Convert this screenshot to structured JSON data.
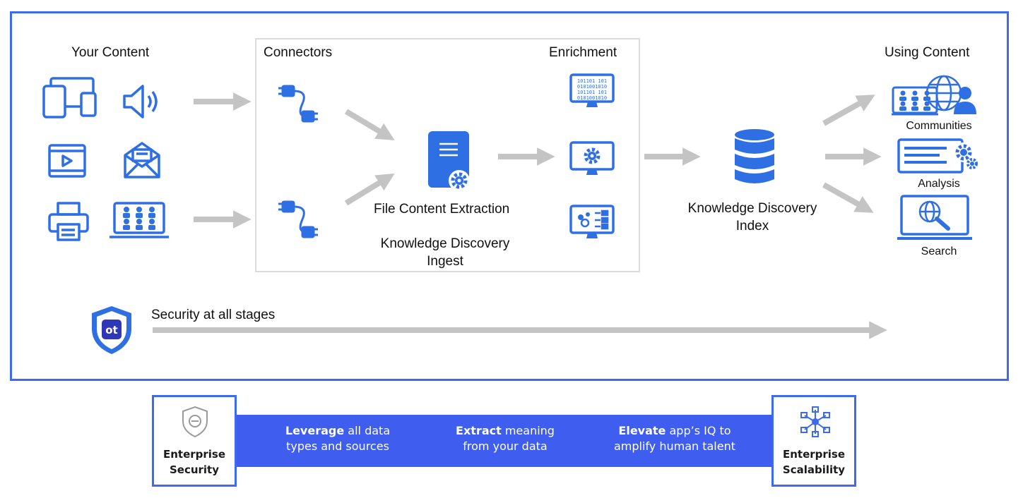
{
  "sections": {
    "your_content": "Your Content",
    "connectors": "Connectors",
    "enrichment": "Enrichment",
    "using_content": "Using Content"
  },
  "ingest": {
    "extraction_label": "File Content Extraction",
    "title_line1": "Knowledge Discovery",
    "title_line2": "Ingest"
  },
  "index": {
    "line1": "Knowledge Discovery",
    "line2": "Index"
  },
  "outputs": {
    "communities": "Communities",
    "analysis": "Analysis",
    "search": "Search"
  },
  "security": {
    "label": "Security at all stages",
    "logo_text": "ot"
  },
  "bottom": {
    "left_box": {
      "line1": "Enterprise",
      "line2": "Security"
    },
    "right_box": {
      "line1": "Enterprise",
      "line2": "Scalability"
    },
    "items": [
      {
        "bold": "Leverage",
        "rest1": "all data",
        "line2": "types and sources"
      },
      {
        "bold": "Extract",
        "rest1": "meaning",
        "line2": "from your data"
      },
      {
        "bold": "Elevate",
        "rest1": "app’s IQ to",
        "line2": "amplify human talent"
      }
    ]
  },
  "colors": {
    "accent": "#3d6bf0",
    "icon_blue": "#2f6fe4",
    "arrow_gray": "#c4c4c4",
    "band_blue": "#3f5ef0"
  }
}
